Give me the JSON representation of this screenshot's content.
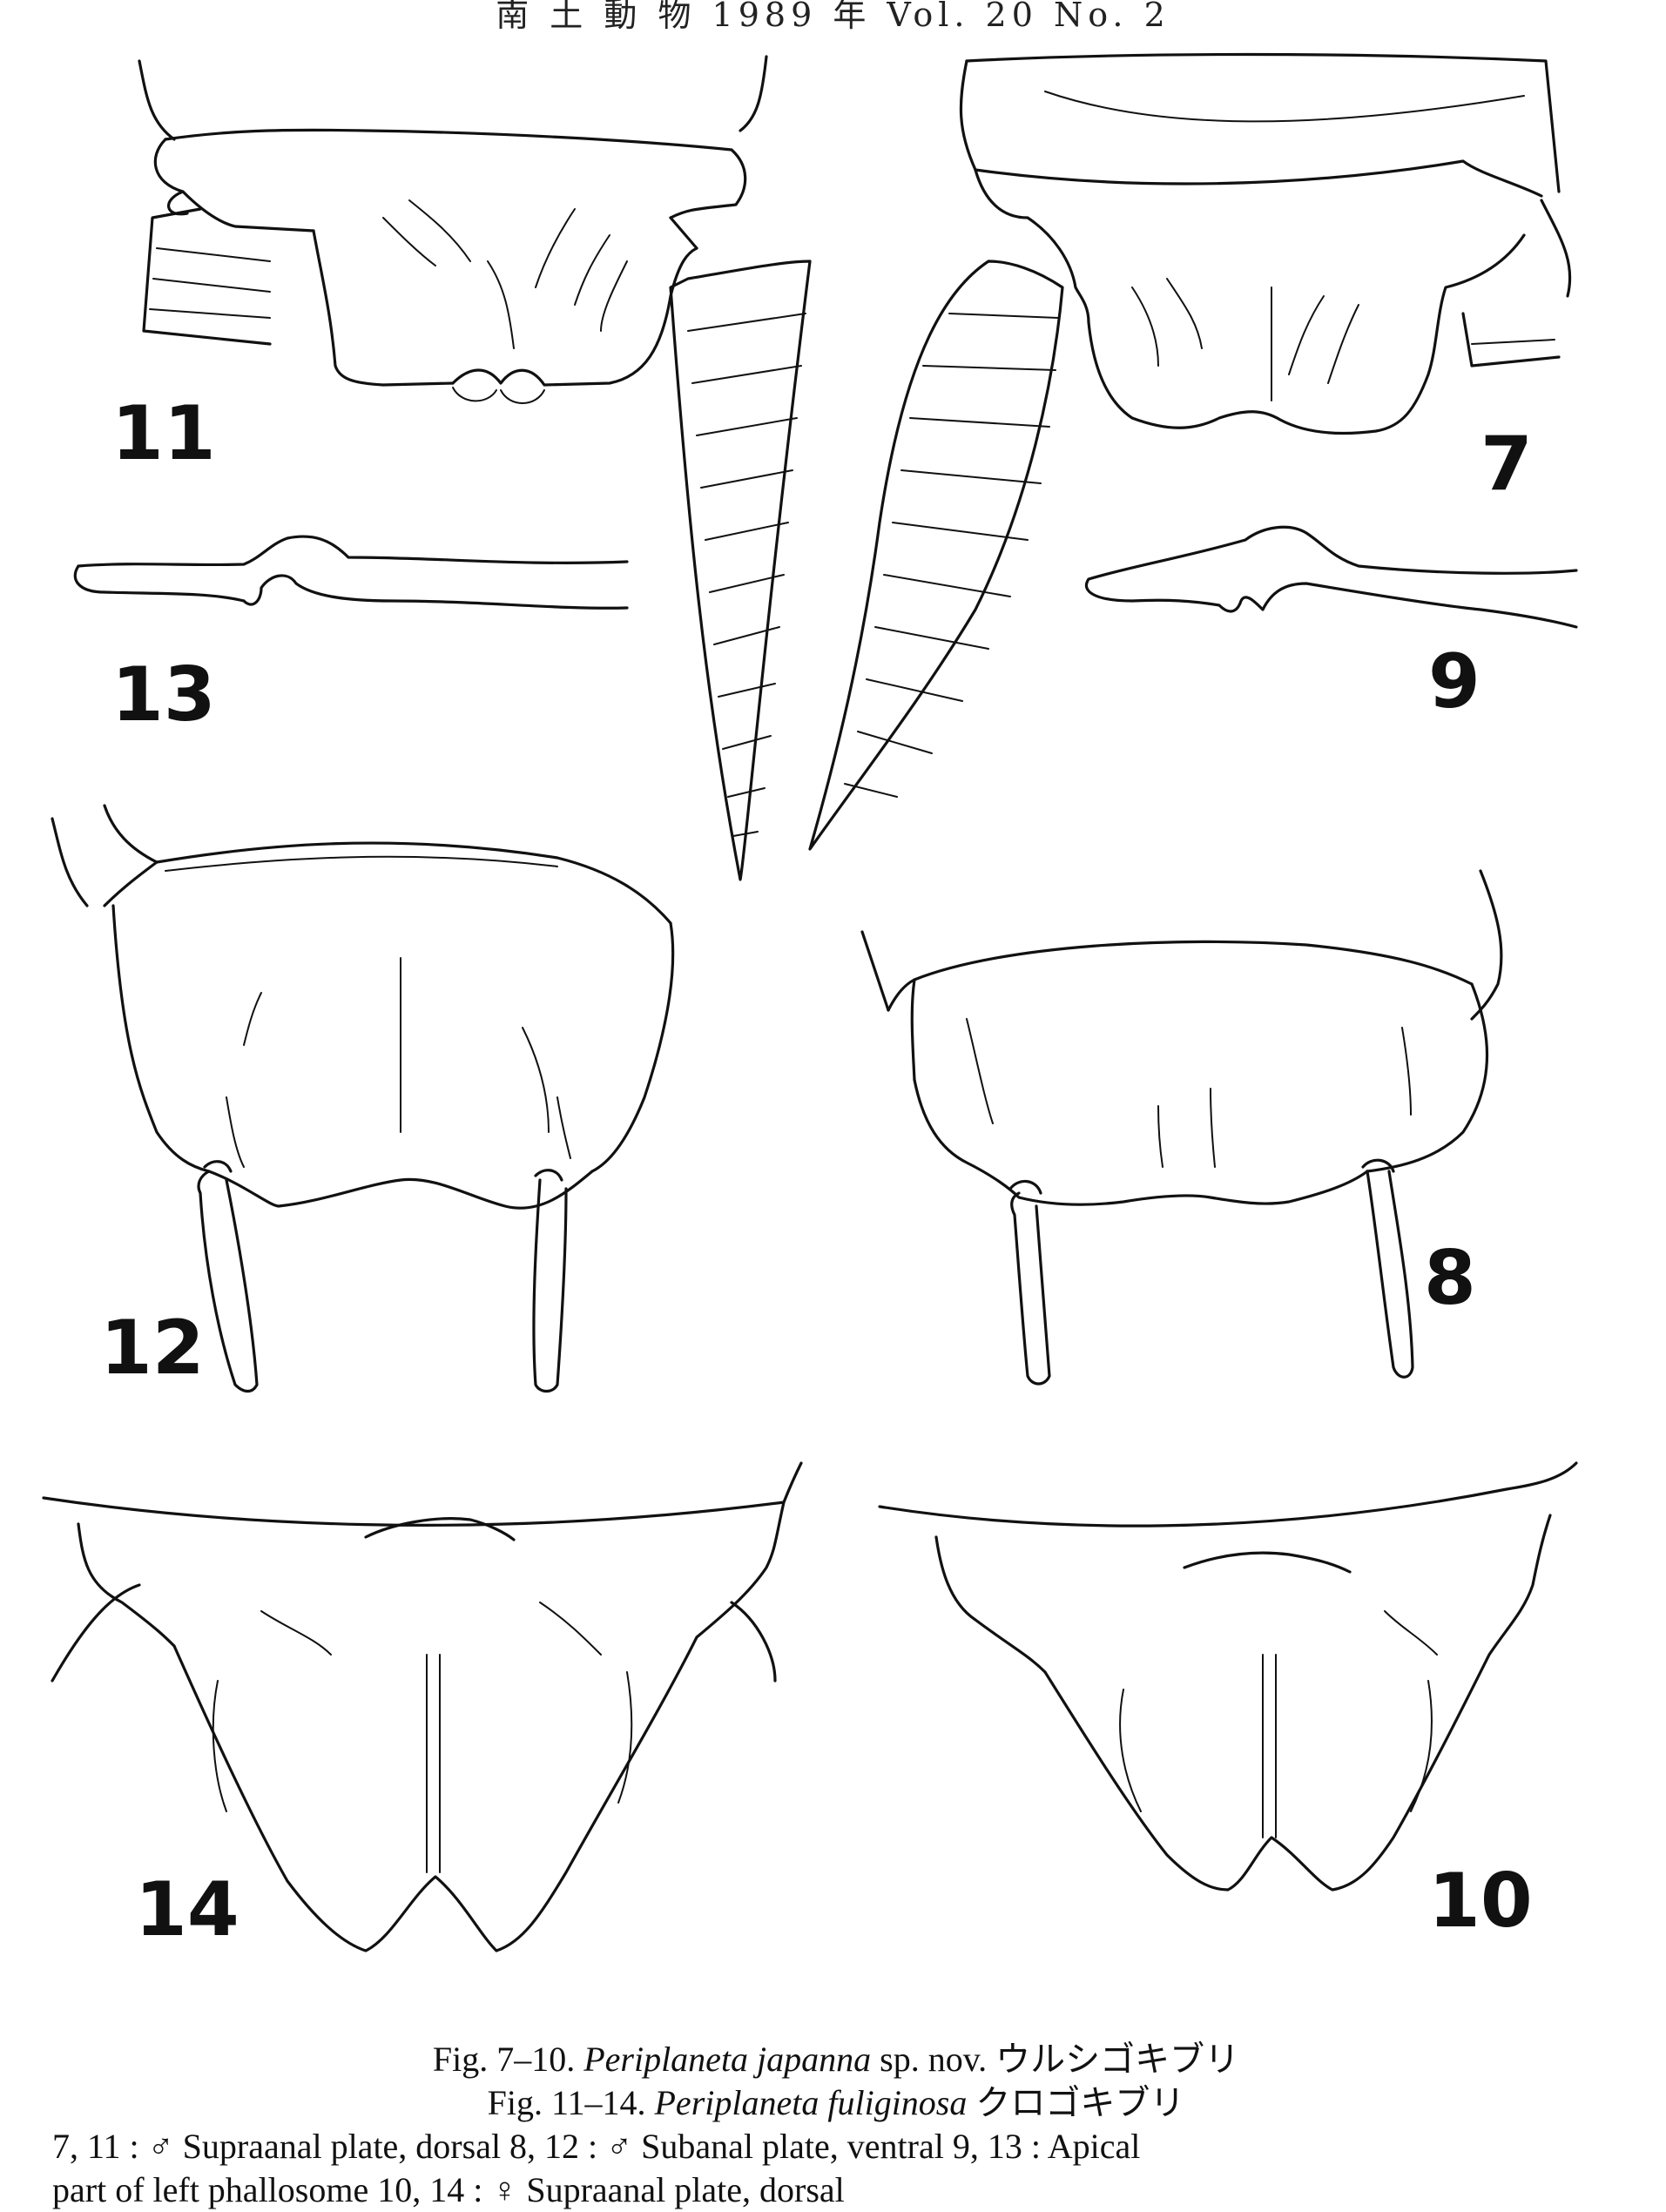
{
  "running_head": "南 土 動 物 1989 年 Vol. 20 No. 2",
  "figure_labels": {
    "fig7": "7",
    "fig8": "8",
    "fig9": "9",
    "fig10": "10",
    "fig11": "11",
    "fig12": "12",
    "fig13": "13",
    "fig14": "14"
  },
  "caption": {
    "line1": {
      "prefix": "Fig. 7–10.",
      "species": "Periplaneta japanna",
      "suffix": "sp. nov. ウルシゴキブリ"
    },
    "line2": {
      "prefix": "Fig. 11–14.",
      "species": "Periplaneta fuliginosa",
      "suffix": "クロゴキブリ"
    },
    "line3": "7, 11 : ♂ Supraanal plate, dorsal   8, 12 : ♂ Subanal plate, ventral   9, 13 : Apical",
    "line4": "part of left phallosome   10, 14 : ♀ Supraanal plate, dorsal"
  }
}
